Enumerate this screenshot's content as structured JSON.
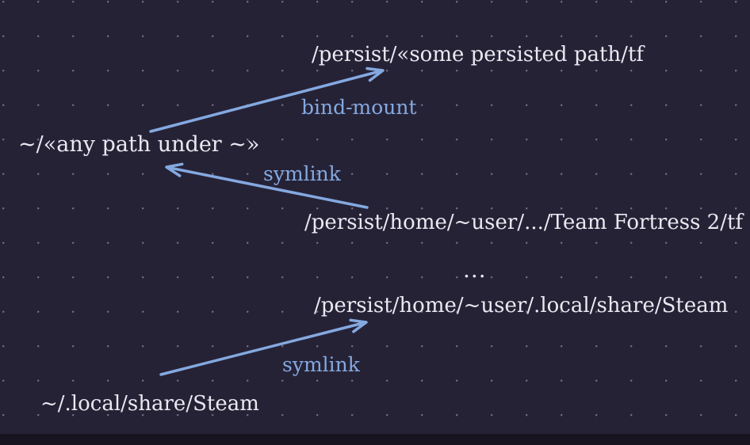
{
  "diagram": {
    "nodes": {
      "persist_generic": "/persist/«some persisted path/tf",
      "home_any": "~/«any path under ~»",
      "persist_tf": "/persist/home/~user/.../Team Fortress 2/tf",
      "ellipsis": "...",
      "persist_steam": "/persist/home/~user/.local/share/Steam",
      "home_steam": "~/.local/share/Steam"
    },
    "edges": [
      {
        "label": "bind-mount",
        "from": "~/«any path under ~»",
        "to": "/persist/«some persisted path/tf"
      },
      {
        "label": "symlink",
        "from": "/persist/home/~user/.../Team Fortress 2/tf",
        "to": "~/«any path under ~»"
      },
      {
        "label": "symlink",
        "from": "~/.local/share/Steam",
        "to": "/persist/home/~user/.local/share/Steam"
      }
    ],
    "colors": {
      "background": "#262236",
      "grid_dot": "#6e6a80",
      "text": "#eae8f0",
      "accent_blue": "#84a9e0",
      "bottom_strip": "#17141f"
    }
  }
}
